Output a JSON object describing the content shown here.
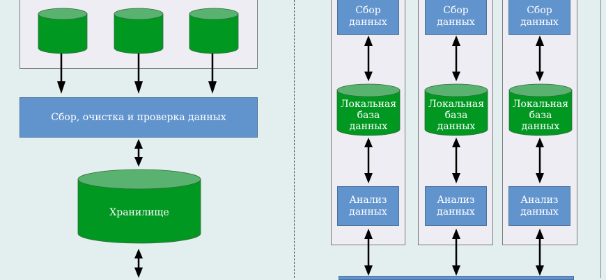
{
  "diagram": {
    "colors": {
      "background": "#e3eeee",
      "panel": "#eeedf4",
      "box_blue": "#6193cd",
      "cylinder_body": "#019822",
      "cylinder_top": "#5ab270",
      "arrow": "#000000"
    },
    "left": {
      "sources_count": 3,
      "process_box": "Сбор, очистка и проверка данных",
      "storage": "Хранилище"
    },
    "right": {
      "columns": [
        {
          "collect": "Сбор\nданных",
          "local_db": "Локальная\nбаза\nданных",
          "analysis": "Анализ\nданных"
        },
        {
          "collect": "Сбор\nданных",
          "local_db": "Локальная\nбаза\nданных",
          "analysis": "Анализ\nданных"
        },
        {
          "collect": "Сбор\nданных",
          "local_db": "Локальная\nбаза\nданных",
          "analysis": "Анализ\nданных"
        }
      ]
    }
  }
}
